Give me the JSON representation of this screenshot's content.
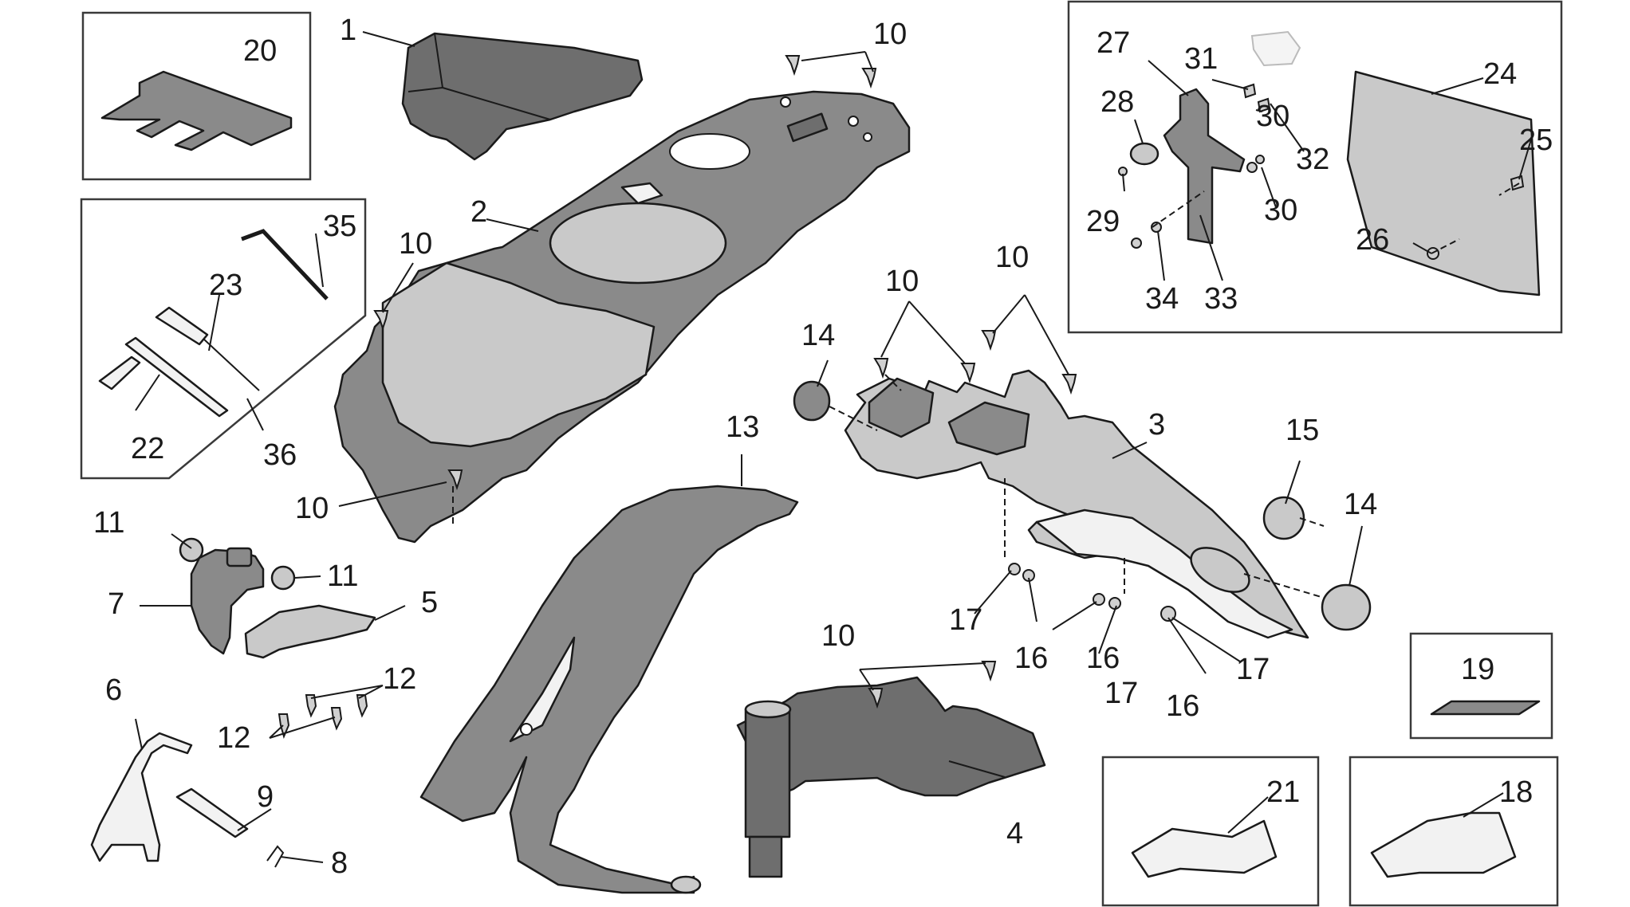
{
  "diagram": {
    "callouts": {
      "c1": "1",
      "c2": "2",
      "c3": "3",
      "c4": "4",
      "c5": "5",
      "c6": "6",
      "c7": "7",
      "c8": "8",
      "c9": "9",
      "c10a": "10",
      "c10b": "10",
      "c10c": "10",
      "c10d": "10",
      "c10e": "10",
      "c10f": "10",
      "c11a": "11",
      "c11b": "11",
      "c12a": "12",
      "c12b": "12",
      "c13": "13",
      "c14a": "14",
      "c14b": "14",
      "c15": "15",
      "c16a": "16",
      "c16b": "16",
      "c16c": "16",
      "c17a": "17",
      "c17b": "17",
      "c17c": "17",
      "c18": "18",
      "c19": "19",
      "c20": "20",
      "c21": "21",
      "c22": "22",
      "c23": "23",
      "c24": "24",
      "c25": "25",
      "c26": "26",
      "c27": "27",
      "c28": "28",
      "c29": "29",
      "c30a": "30",
      "c30b": "30",
      "c31": "31",
      "c32": "32",
      "c33": "33",
      "c34": "34",
      "c35": "35",
      "c36": "36"
    }
  }
}
